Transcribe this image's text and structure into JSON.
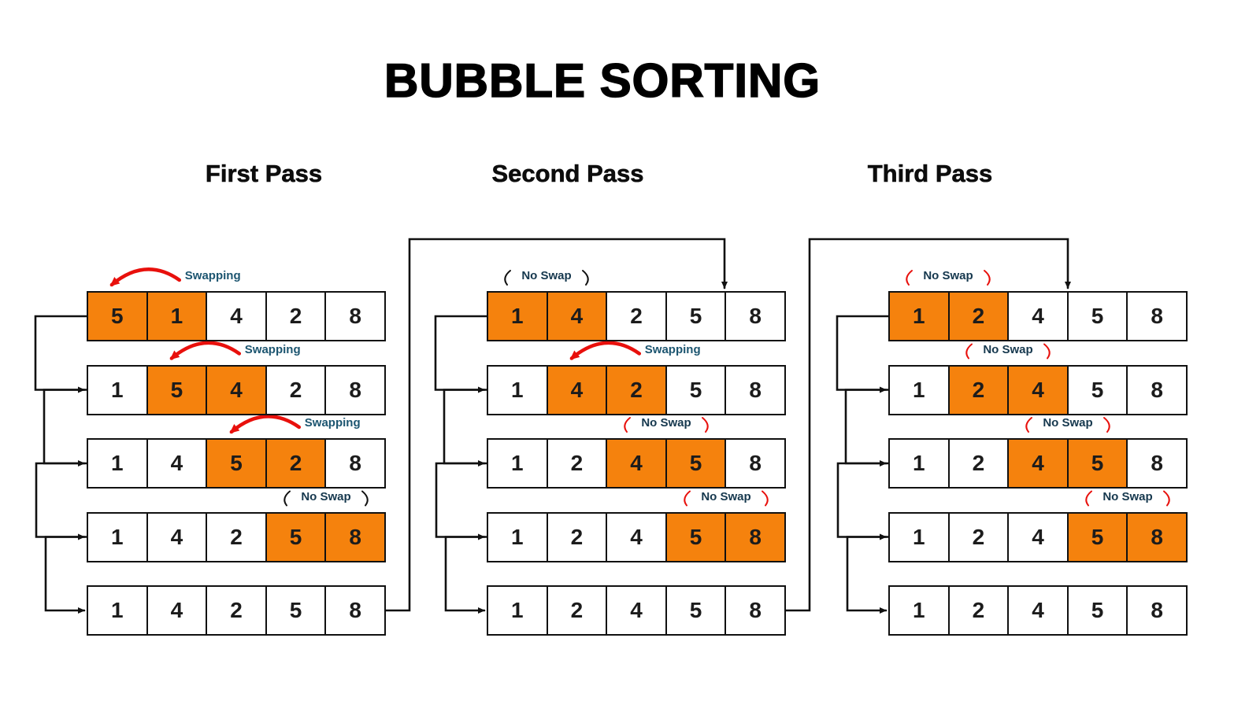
{
  "title": "BUBBLE SORTING",
  "colors": {
    "highlight": "#F5820D",
    "line": "#111111",
    "swap_arrow": "#E8100C",
    "swap_text": "#1C5570",
    "noswap_text": "#16384E",
    "cell_text": "#1C1C1C"
  },
  "passes": [
    {
      "label": "First Pass",
      "rows": [
        {
          "values": [
            5,
            1,
            4,
            2,
            8
          ],
          "highlight": [
            0,
            1
          ],
          "annotation": "Swapping",
          "type": "swap",
          "arc": "red"
        },
        {
          "values": [
            1,
            5,
            4,
            2,
            8
          ],
          "highlight": [
            1,
            2
          ],
          "annotation": "Swapping",
          "type": "swap",
          "arc": "red"
        },
        {
          "values": [
            1,
            4,
            5,
            2,
            8
          ],
          "highlight": [
            2,
            3
          ],
          "annotation": "Swapping",
          "type": "swap",
          "arc": "red"
        },
        {
          "values": [
            1,
            4,
            2,
            5,
            8
          ],
          "highlight": [
            3,
            4
          ],
          "annotation": "No Swap",
          "type": "noswap",
          "arc": "dark"
        },
        {
          "values": [
            1,
            4,
            2,
            5,
            8
          ],
          "highlight": [],
          "annotation": "",
          "type": "none",
          "arc": ""
        }
      ]
    },
    {
      "label": "Second Pass",
      "rows": [
        {
          "values": [
            1,
            4,
            2,
            5,
            8
          ],
          "highlight": [
            0,
            1
          ],
          "annotation": "No Swap",
          "type": "noswap",
          "arc": "dark"
        },
        {
          "values": [
            1,
            4,
            2,
            5,
            8
          ],
          "highlight": [
            1,
            2
          ],
          "annotation": "Swapping",
          "type": "swap",
          "arc": "red"
        },
        {
          "values": [
            1,
            2,
            4,
            5,
            8
          ],
          "highlight": [
            2,
            3
          ],
          "annotation": "No Swap",
          "type": "noswap",
          "arc": "red"
        },
        {
          "values": [
            1,
            2,
            4,
            5,
            8
          ],
          "highlight": [
            3,
            4
          ],
          "annotation": "No Swap",
          "type": "noswap",
          "arc": "red"
        },
        {
          "values": [
            1,
            2,
            4,
            5,
            8
          ],
          "highlight": [],
          "annotation": "",
          "type": "none",
          "arc": ""
        }
      ]
    },
    {
      "label": "Third Pass",
      "rows": [
        {
          "values": [
            1,
            2,
            4,
            5,
            8
          ],
          "highlight": [
            0,
            1
          ],
          "annotation": "No Swap",
          "type": "noswap",
          "arc": "red"
        },
        {
          "values": [
            1,
            2,
            4,
            5,
            8
          ],
          "highlight": [
            1,
            2
          ],
          "annotation": "No Swap",
          "type": "noswap",
          "arc": "red"
        },
        {
          "values": [
            1,
            2,
            4,
            5,
            8
          ],
          "highlight": [
            2,
            3
          ],
          "annotation": "No Swap",
          "type": "noswap",
          "arc": "red"
        },
        {
          "values": [
            1,
            2,
            4,
            5,
            8
          ],
          "highlight": [
            3,
            4
          ],
          "annotation": "No Swap",
          "type": "noswap",
          "arc": "red"
        },
        {
          "values": [
            1,
            2,
            4,
            5,
            8
          ],
          "highlight": [],
          "annotation": "",
          "type": "none",
          "arc": ""
        }
      ]
    }
  ]
}
